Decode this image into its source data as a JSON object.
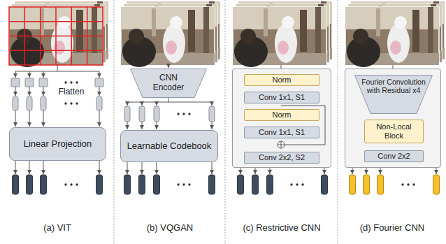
{
  "diagram": {
    "nodes": [
      {
        "text": [
          "Linear Projection"
        ]
      },
      {
        "text": [
          "CNN Encoder"
        ]
      },
      {
        "text": [
          "Learnable Codebook"
        ]
      },
      {
        "text": []
      },
      {
        "text": [
          "Norm"
        ],
        "in": 3
      },
      {
        "text": [
          "Conv 1x1, S1"
        ],
        "in": 3
      },
      {
        "text": [
          "Norm"
        ],
        "in": 3
      },
      {
        "text": [
          "Conv 1x1, S1"
        ],
        "in": 3
      },
      {
        "text": [
          "Conv 2x2, S2"
        ],
        "in": 3
      },
      {
        "text": []
      },
      {
        "text": [
          "Fourier Convolution with Residual x4"
        ],
        "in": 9
      },
      {
        "text": [
          "Non-Local Block"
        ],
        "in": 9
      },
      {
        "text": [
          "Conv 2x2"
        ],
        "in": 9
      }
    ],
    "edges": [
      {
        "from": 4,
        "to": 5,
        "arrow": "to"
      },
      {
        "from": 5,
        "to": 6,
        "arrow": "to"
      },
      {
        "from": 6,
        "to": 7,
        "arrow": "to"
      },
      {
        "from": 7,
        "to": 8,
        "arrow": "to"
      },
      {
        "from": 10,
        "to": 11,
        "arrow": "to"
      },
      {
        "from": 11,
        "to": 12,
        "arrow": "to"
      }
    ],
    "labels": [
      "Flatten",
      "(a) VIT",
      "(b) VQGAN",
      "(c) Restrictive CNN",
      "(d) Fourier CNN"
    ]
  }
}
